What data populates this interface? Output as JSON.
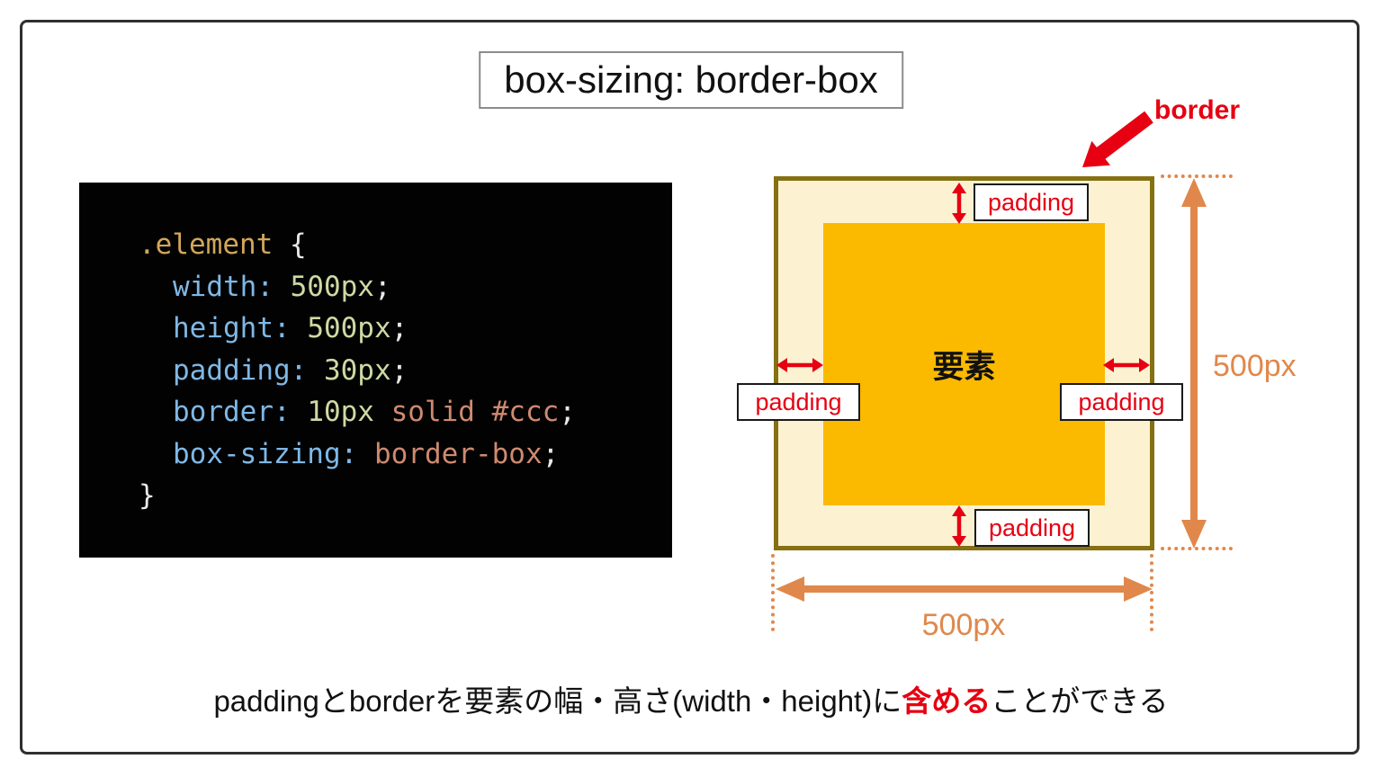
{
  "title": "box-sizing: border-box",
  "code": {
    "lines": [
      {
        "indent": false,
        "tokens": [
          {
            "c": "sel",
            "v": ".element"
          },
          {
            "c": "pun",
            "v": " {"
          }
        ]
      },
      {
        "indent": true,
        "tokens": [
          {
            "c": "prop",
            "v": "width:"
          },
          {
            "c": "num",
            "v": " 500px"
          },
          {
            "c": "pun",
            "v": ";"
          }
        ]
      },
      {
        "indent": true,
        "tokens": [
          {
            "c": "prop",
            "v": "height:"
          },
          {
            "c": "num",
            "v": " 500px"
          },
          {
            "c": "pun",
            "v": ";"
          }
        ]
      },
      {
        "indent": true,
        "tokens": [
          {
            "c": "prop",
            "v": "padding:"
          },
          {
            "c": "num",
            "v": " 30px"
          },
          {
            "c": "pun",
            "v": ";"
          }
        ]
      },
      {
        "indent": true,
        "tokens": [
          {
            "c": "prop",
            "v": "border:"
          },
          {
            "c": "num",
            "v": " 10px"
          },
          {
            "c": "kw",
            "v": " solid #ccc"
          },
          {
            "c": "pun",
            "v": ";"
          }
        ]
      },
      {
        "indent": true,
        "tokens": [
          {
            "c": "prop",
            "v": "box-sizing:"
          },
          {
            "c": "kw",
            "v": " border-box"
          },
          {
            "c": "pun",
            "v": ";"
          }
        ]
      },
      {
        "indent": false,
        "tokens": [
          {
            "c": "pun",
            "v": "}"
          }
        ]
      }
    ]
  },
  "diagram": {
    "element_label": "要素",
    "border_label": "border",
    "padding_label": "padding",
    "height_label": "500px",
    "width_label": "500px"
  },
  "caption": {
    "segments": [
      {
        "text": "paddingとborderを要素の幅・高さ(width・height)に",
        "highlight": false
      },
      {
        "text": "含める",
        "highlight": true
      },
      {
        "text": "ことができる",
        "highlight": false
      }
    ]
  },
  "colors": {
    "accent_red": "#e60012",
    "dimension_orange": "#e0884b",
    "box_border_olive": "#857012",
    "padding_area_cream": "#fcf2d2",
    "content_orange": "#fbba00",
    "code_background": "#020202",
    "code_selector": "#d2a75a",
    "code_property": "#7fb8e6",
    "code_value": "#cdd9a3",
    "code_keyword": "#cf8a70",
    "code_punctuation": "#e8e8e8"
  }
}
